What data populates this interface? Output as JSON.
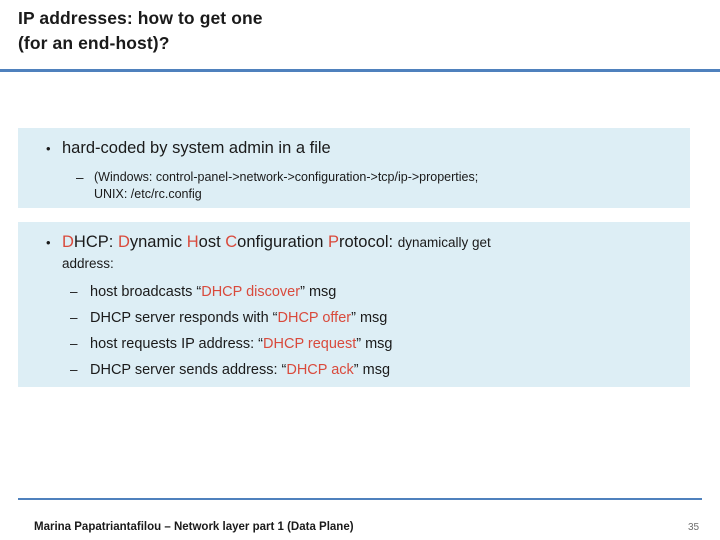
{
  "slide": {
    "title": {
      "line1": "IP addresses: how to get one",
      "line2": "(for an end-host)?"
    },
    "bullet_char": "•",
    "dash_char": "–",
    "section1": {
      "bullet": "hard-coded by system admin in a file",
      "sub1_line1": "(Windows: control-panel->network->configuration->tcp/ip->properties;",
      "sub1_line2": "UNIX: /etc/rc.config"
    },
    "section2": {
      "bullet_main_d": "D",
      "bullet_main_rest1": "HCP: ",
      "bullet_main_d2": "D",
      "bullet_main_rest2": "ynamic ",
      "bullet_main_h": "H",
      "bullet_main_rest3": "ost ",
      "bullet_main_c": "C",
      "bullet_main_rest4": "onfiguration ",
      "bullet_main_p": "P",
      "bullet_main_rest5": "rotocol: ",
      "bullet_tail": "dynamically get",
      "bullet_line2": "address:",
      "items": [
        {
          "pre": "host broadcasts “",
          "red": "DHCP discover",
          "post": "” msg"
        },
        {
          "pre": "DHCP server responds with “",
          "red": "DHCP offer",
          "post": "” msg"
        },
        {
          "pre": "host requests IP address: “",
          "red": "DHCP request",
          "post": "” msg"
        },
        {
          "pre": "DHCP server sends address: “",
          "red": "DHCP ack",
          "post": "” msg"
        }
      ]
    },
    "footer": {
      "text": "Marina Papatriantafilou –  Network layer part 1 (Data Plane)",
      "page": "35"
    },
    "colors": {
      "accent_rule": "#4f81bd",
      "content_bg": "#ddeef5",
      "highlight": "#d94a3c"
    }
  }
}
